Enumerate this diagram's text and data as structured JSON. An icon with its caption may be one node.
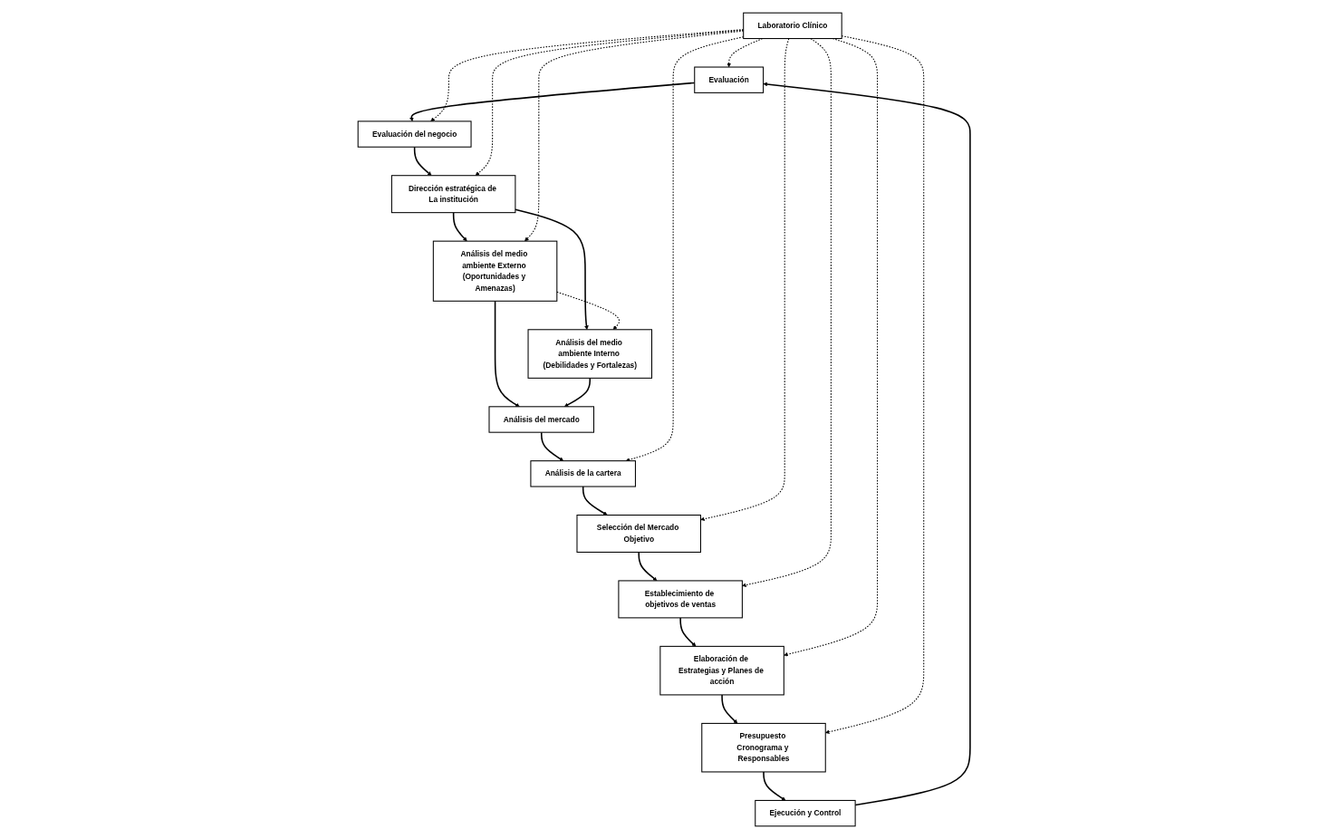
{
  "diagram": {
    "nodes": [
      {
        "text": [
          "Ejecución y Control"
        ]
      },
      {
        "text": [
          "Evaluación"
        ]
      },
      {
        "text": [
          "Evaluación del negocio"
        ]
      },
      {
        "text": [
          "Presupuesto Cronograma y Responsables"
        ]
      },
      {
        "text": [
          "Laboratorio Clínico"
        ]
      },
      {
        "text": [
          "Dirección estratégica de La institución"
        ]
      },
      {
        "text": [
          "Elaboración de Estrategias y Planes de acción"
        ]
      },
      {
        "text": [
          "Análisis del medio ambiente Externo (Oportunidades y Amenazas)"
        ]
      },
      {
        "text": [
          "Análisis del medio ambiente Interno (Debilidades y Fortalezas)"
        ]
      },
      {
        "text": [
          "Establecimiento de objetivos de ventas"
        ]
      },
      {
        "text": [
          "Selección del Mercado Objetivo"
        ]
      },
      {
        "text": [
          "Análisis de la cartera"
        ]
      },
      {
        "text": [
          "Análisis del mercado"
        ]
      }
    ],
    "edges": [
      {
        "from": 0,
        "to": 1,
        "arrow": "to"
      },
      {
        "from": 1,
        "to": 2,
        "arrow": "to"
      },
      {
        "from": 2,
        "to": 5,
        "arrow": "to"
      },
      {
        "from": 5,
        "to": 7,
        "arrow": "to"
      },
      {
        "from": 5,
        "to": 8,
        "arrow": "to"
      },
      {
        "from": 7,
        "to": 12,
        "arrow": "to"
      },
      {
        "from": 8,
        "to": 12,
        "arrow": "to"
      },
      {
        "from": 12,
        "to": 11,
        "arrow": "to"
      },
      {
        "from": 11,
        "to": 10,
        "arrow": "to"
      },
      {
        "from": 10,
        "to": 9,
        "arrow": "to"
      },
      {
        "from": 9,
        "to": 6,
        "arrow": "to"
      },
      {
        "from": 6,
        "to": 3,
        "arrow": "to"
      },
      {
        "from": 3,
        "to": 0,
        "arrow": "to"
      },
      {
        "from": 4,
        "to": 1,
        "arrow": "to",
        "style": "dashed"
      },
      {
        "from": 4,
        "to": 2,
        "arrow": "to",
        "style": "dashed"
      },
      {
        "from": 4,
        "to": 3,
        "arrow": "to",
        "style": "dashed"
      },
      {
        "from": 4,
        "to": 5,
        "arrow": "to",
        "style": "dashed"
      },
      {
        "from": 4,
        "to": 6,
        "arrow": "to",
        "style": "dashed"
      },
      {
        "from": 4,
        "to": 9,
        "arrow": "to",
        "style": "dashed"
      },
      {
        "from": 4,
        "to": 10,
        "arrow": "to",
        "style": "dashed"
      },
      {
        "from": 4,
        "to": 11,
        "arrow": "to",
        "style": "dashed"
      },
      {
        "from": 4,
        "to": 7,
        "arrow": "to",
        "style": "dashed"
      },
      {
        "from": 7,
        "to": 8,
        "arrow": "to",
        "style": "dashed"
      }
    ]
  }
}
